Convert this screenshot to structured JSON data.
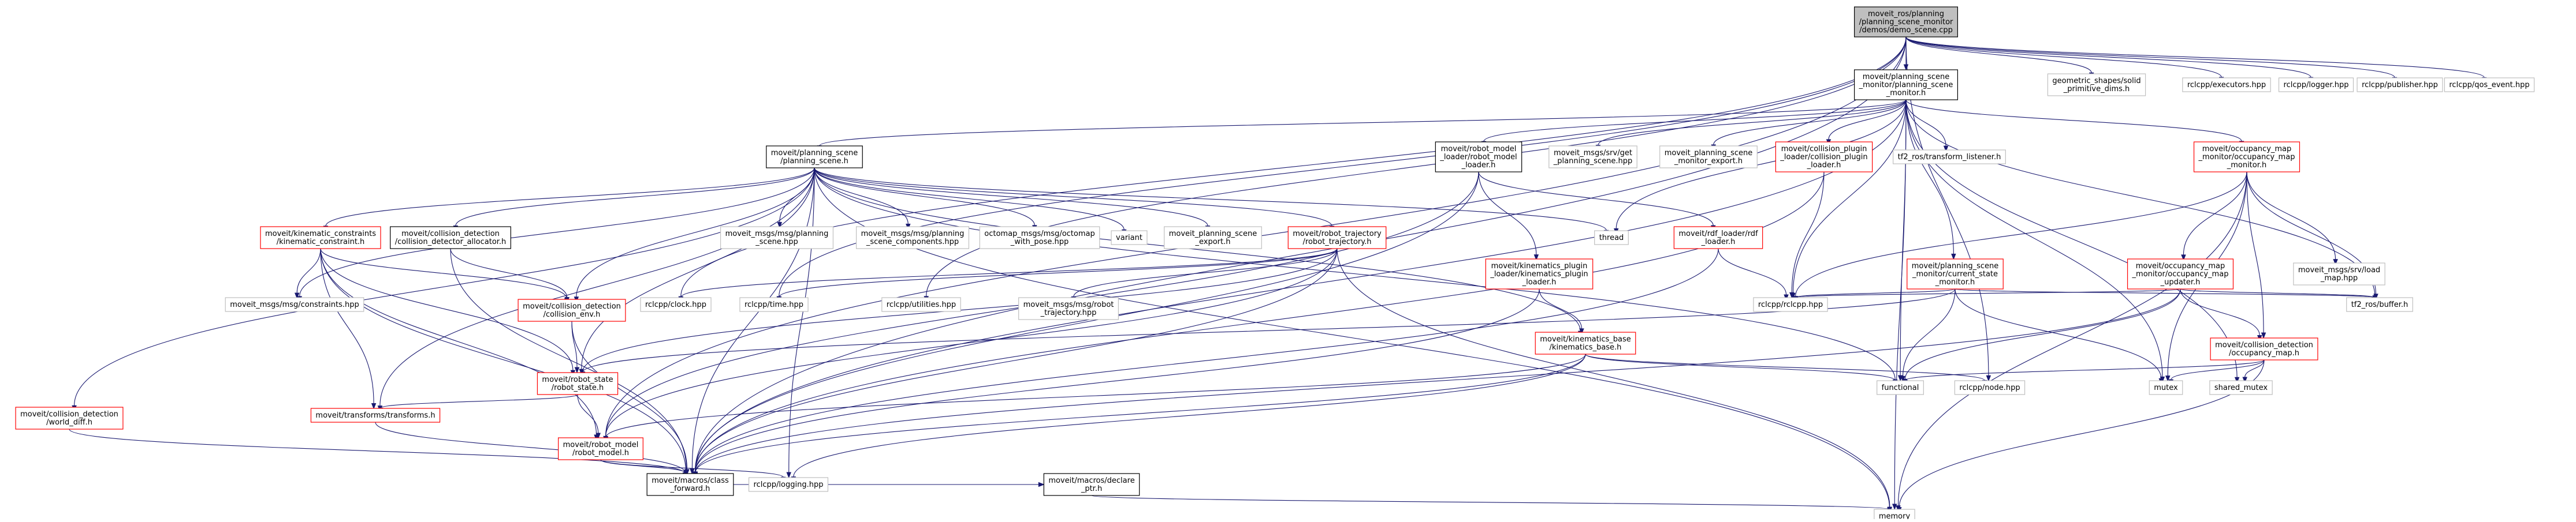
{
  "diagram": {
    "nodes": [
      {
        "id": "root",
        "kind": "root",
        "lines": [
          "moveit_ros/planning",
          "/planning_scene_monitor",
          "/demos/demo_scene.cpp"
        ]
      },
      {
        "id": "psm",
        "kind": "black",
        "lines": [
          "moveit/planning_scene",
          "_monitor/planning_scene",
          "_monitor.h"
        ]
      },
      {
        "id": "geom",
        "kind": "grey",
        "lines": [
          "geometric_shapes/solid",
          "_primitive_dims.h"
        ]
      },
      {
        "id": "executors",
        "kind": "grey",
        "lines": [
          "rclcpp/executors.hpp"
        ]
      },
      {
        "id": "logger",
        "kind": "grey",
        "lines": [
          "rclcpp/logger.hpp"
        ]
      },
      {
        "id": "publisher",
        "kind": "grey",
        "lines": [
          "rclcpp/publisher.hpp"
        ]
      },
      {
        "id": "qos",
        "kind": "grey",
        "lines": [
          "rclcpp/qos_event.hpp"
        ]
      },
      {
        "id": "ps",
        "kind": "black",
        "lines": [
          "moveit/planning_scene",
          "/planning_scene.h"
        ]
      },
      {
        "id": "rml",
        "kind": "black",
        "lines": [
          "moveit/robot_model",
          "_loader/robot_model",
          "_loader.h"
        ]
      },
      {
        "id": "getps",
        "kind": "grey",
        "lines": [
          "moveit_msgs/srv/get",
          "_planning_scene.hpp"
        ]
      },
      {
        "id": "psme",
        "kind": "grey",
        "lines": [
          "moveit_planning_scene",
          "_monitor_export.h"
        ]
      },
      {
        "id": "cpl",
        "kind": "red",
        "lines": [
          "moveit/collision_plugin",
          "_loader/collision_plugin",
          "_loader.h"
        ]
      },
      {
        "id": "tf2l",
        "kind": "grey",
        "lines": [
          "tf2_ros/transform_listener.h"
        ]
      },
      {
        "id": "occ",
        "kind": "red",
        "lines": [
          "moveit/occupancy_map",
          "_monitor/occupancy_map",
          "_monitor.h"
        ]
      },
      {
        "id": "ke",
        "kind": "red",
        "lines": [
          "moveit/kinematic_constraints",
          "/kinematic_constraint.h"
        ]
      },
      {
        "id": "cda",
        "kind": "black",
        "lines": [
          "moveit/collision_detection",
          "/collision_detector_allocator.h"
        ]
      },
      {
        "id": "mps",
        "kind": "grey",
        "lines": [
          "moveit_msgs/msg/planning",
          "_scene.hpp"
        ]
      },
      {
        "id": "mpsc",
        "kind": "grey",
        "lines": [
          "moveit_msgs/msg/planning",
          "_scene_components.hpp"
        ]
      },
      {
        "id": "octo",
        "kind": "grey",
        "lines": [
          "octomap_msgs/msg/octomap",
          "_with_pose.hpp"
        ]
      },
      {
        "id": "variant",
        "kind": "grey",
        "lines": [
          "variant"
        ]
      },
      {
        "id": "pse",
        "kind": "grey",
        "lines": [
          "moveit_planning_scene",
          "_export.h"
        ]
      },
      {
        "id": "rt",
        "kind": "red",
        "lines": [
          "moveit/robot_trajectory",
          "/robot_trajectory.h"
        ]
      },
      {
        "id": "thread",
        "kind": "grey",
        "lines": [
          "thread"
        ]
      },
      {
        "id": "rdf",
        "kind": "red",
        "lines": [
          "moveit/rdf_loader/rdf",
          "_loader.h"
        ]
      },
      {
        "id": "kpl",
        "kind": "red",
        "lines": [
          "moveit/kinematics_plugin",
          "_loader/kinematics_plugin",
          "_loader.h"
        ]
      },
      {
        "id": "csm",
        "kind": "red",
        "lines": [
          "moveit/planning_scene",
          "_monitor/current_state",
          "_monitor.h"
        ]
      },
      {
        "id": "omu",
        "kind": "red",
        "lines": [
          "moveit/occupancy_map",
          "_monitor/occupancy_map",
          "_updater.h"
        ]
      },
      {
        "id": "loadmap",
        "kind": "grey",
        "lines": [
          "moveit_msgs/srv/load",
          "_map.hpp"
        ]
      },
      {
        "id": "cdwd",
        "kind": "red",
        "lines": [
          "moveit/collision_detection",
          "/world_diff.h"
        ]
      },
      {
        "id": "constraints",
        "kind": "grey",
        "lines": [
          "moveit_msgs/msg/constraints.hpp"
        ]
      },
      {
        "id": "cenv",
        "kind": "red",
        "lines": [
          "moveit/collision_detection",
          "/collision_env.h"
        ]
      },
      {
        "id": "clock",
        "kind": "grey",
        "lines": [
          "rclcpp/clock.hpp"
        ]
      },
      {
        "id": "time",
        "kind": "grey",
        "lines": [
          "rclcpp/time.hpp"
        ]
      },
      {
        "id": "util",
        "kind": "grey",
        "lines": [
          "rclcpp/utilities.hpp"
        ]
      },
      {
        "id": "mrt",
        "kind": "grey",
        "lines": [
          "moveit_msgs/msg/robot",
          "_trajectory.hpp"
        ]
      },
      {
        "id": "kb",
        "kind": "red",
        "lines": [
          "moveit/kinematics_base",
          "/kinematics_base.h"
        ]
      },
      {
        "id": "rclcpp",
        "kind": "grey",
        "lines": [
          "rclcpp/rclcpp.hpp"
        ]
      },
      {
        "id": "tf2b",
        "kind": "grey",
        "lines": [
          "tf2_ros/buffer.h"
        ]
      },
      {
        "id": "cdom",
        "kind": "red",
        "lines": [
          "moveit/collision_detection",
          "/occupancy_map.h"
        ]
      },
      {
        "id": "rs",
        "kind": "red",
        "lines": [
          "moveit/robot_state",
          "/robot_state.h"
        ]
      },
      {
        "id": "functional",
        "kind": "grey",
        "lines": [
          "functional"
        ]
      },
      {
        "id": "node",
        "kind": "grey",
        "lines": [
          "rclcpp/node.hpp"
        ]
      },
      {
        "id": "mutex",
        "kind": "grey",
        "lines": [
          "mutex"
        ]
      },
      {
        "id": "smutex",
        "kind": "grey",
        "lines": [
          "shared_mutex"
        ]
      },
      {
        "id": "tt",
        "kind": "red",
        "lines": [
          "moveit/transforms/transforms.h"
        ]
      },
      {
        "id": "rm",
        "kind": "red",
        "lines": [
          "moveit/robot_model",
          "/robot_model.h"
        ]
      },
      {
        "id": "cf",
        "kind": "black",
        "lines": [
          "moveit/macros/class",
          "_forward.h"
        ]
      },
      {
        "id": "logging",
        "kind": "grey",
        "lines": [
          "rclcpp/logging.hpp"
        ]
      },
      {
        "id": "declptr",
        "kind": "black",
        "lines": [
          "moveit/macros/declare",
          "_ptr.h"
        ]
      },
      {
        "id": "memory",
        "kind": "grey",
        "lines": [
          "memory"
        ]
      }
    ],
    "edges": [
      [
        "root",
        "psm"
      ],
      [
        "root",
        "geom"
      ],
      [
        "root",
        "executors"
      ],
      [
        "root",
        "logger"
      ],
      [
        "root",
        "publisher"
      ],
      [
        "root",
        "qos"
      ],
      [
        "root",
        "cf"
      ],
      [
        "root",
        "rm"
      ],
      [
        "root",
        "time"
      ],
      [
        "root",
        "clock"
      ],
      [
        "root",
        "util"
      ],
      [
        "root",
        "node"
      ],
      [
        "psm",
        "ps"
      ],
      [
        "psm",
        "rml"
      ],
      [
        "psm",
        "getps"
      ],
      [
        "psm",
        "psme"
      ],
      [
        "psm",
        "cpl"
      ],
      [
        "psm",
        "tf2l"
      ],
      [
        "psm",
        "occ"
      ],
      [
        "psm",
        "csm"
      ],
      [
        "psm",
        "thread"
      ],
      [
        "psm",
        "rclcpp"
      ],
      [
        "psm",
        "memory"
      ],
      [
        "psm",
        "mutex"
      ],
      [
        "psm",
        "smutex"
      ],
      [
        "psm",
        "functional"
      ],
      [
        "psm",
        "tf2b"
      ],
      [
        "psm",
        "cf"
      ],
      [
        "ps",
        "ke"
      ],
      [
        "ps",
        "cda"
      ],
      [
        "ps",
        "mps"
      ],
      [
        "ps",
        "mpsc"
      ],
      [
        "ps",
        "octo"
      ],
      [
        "ps",
        "variant"
      ],
      [
        "ps",
        "pse"
      ],
      [
        "ps",
        "rt"
      ],
      [
        "ps",
        "thread"
      ],
      [
        "ps",
        "cdwd"
      ],
      [
        "ps",
        "constraints"
      ],
      [
        "ps",
        "cenv"
      ],
      [
        "ps",
        "rs"
      ],
      [
        "ps",
        "tt"
      ],
      [
        "ps",
        "cf"
      ],
      [
        "ps",
        "functional"
      ],
      [
        "ps",
        "memory"
      ],
      [
        "ps",
        "logging"
      ],
      [
        "ps",
        "kb"
      ],
      [
        "rml",
        "rdf"
      ],
      [
        "rml",
        "kpl"
      ],
      [
        "rml",
        "rm"
      ],
      [
        "rml",
        "cf"
      ],
      [
        "cpl",
        "rclcpp"
      ],
      [
        "cpl",
        "cf"
      ],
      [
        "occ",
        "omu"
      ],
      [
        "occ",
        "loadmap"
      ],
      [
        "occ",
        "cdom"
      ],
      [
        "occ",
        "rclcpp"
      ],
      [
        "occ",
        "tf2b"
      ],
      [
        "occ",
        "mutex"
      ],
      [
        "occ",
        "memory"
      ],
      [
        "ke",
        "constraints"
      ],
      [
        "ke",
        "cenv"
      ],
      [
        "ke",
        "rs"
      ],
      [
        "ke",
        "tt"
      ],
      [
        "ke",
        "rm"
      ],
      [
        "ke",
        "cf"
      ],
      [
        "cda",
        "cenv"
      ],
      [
        "cda",
        "cf"
      ],
      [
        "rt",
        "mrt"
      ],
      [
        "rt",
        "rs"
      ],
      [
        "rt",
        "rm"
      ],
      [
        "rt",
        "cf"
      ],
      [
        "rt",
        "clock"
      ],
      [
        "rt",
        "time"
      ],
      [
        "rt",
        "memory"
      ],
      [
        "rdf",
        "rclcpp"
      ],
      [
        "rdf",
        "cf"
      ],
      [
        "kpl",
        "kb"
      ],
      [
        "kpl",
        "cf"
      ],
      [
        "csm",
        "rclcpp"
      ],
      [
        "csm",
        "rs"
      ],
      [
        "csm",
        "tf2b"
      ],
      [
        "csm",
        "functional"
      ],
      [
        "csm",
        "mutex"
      ],
      [
        "omu",
        "rclcpp"
      ],
      [
        "omu",
        "cdom"
      ],
      [
        "omu",
        "functional"
      ],
      [
        "omu",
        "tf2b"
      ],
      [
        "omu",
        "cf"
      ],
      [
        "cdwd",
        "cf"
      ],
      [
        "cenv",
        "rs"
      ],
      [
        "cenv",
        "cf"
      ],
      [
        "kb",
        "rm"
      ],
      [
        "kb",
        "logging"
      ],
      [
        "kb",
        "node"
      ],
      [
        "kb",
        "functional"
      ],
      [
        "kb",
        "cf"
      ],
      [
        "cdom",
        "functional"
      ],
      [
        "cdom",
        "mutex"
      ],
      [
        "cdom",
        "smutex"
      ],
      [
        "cdom",
        "memory"
      ],
      [
        "rs",
        "tt"
      ],
      [
        "rs",
        "rm"
      ],
      [
        "tt",
        "cf"
      ],
      [
        "rm",
        "cf"
      ],
      [
        "rm",
        "logging"
      ],
      [
        "cf",
        "declptr"
      ],
      [
        "declptr",
        "memory"
      ]
    ]
  }
}
